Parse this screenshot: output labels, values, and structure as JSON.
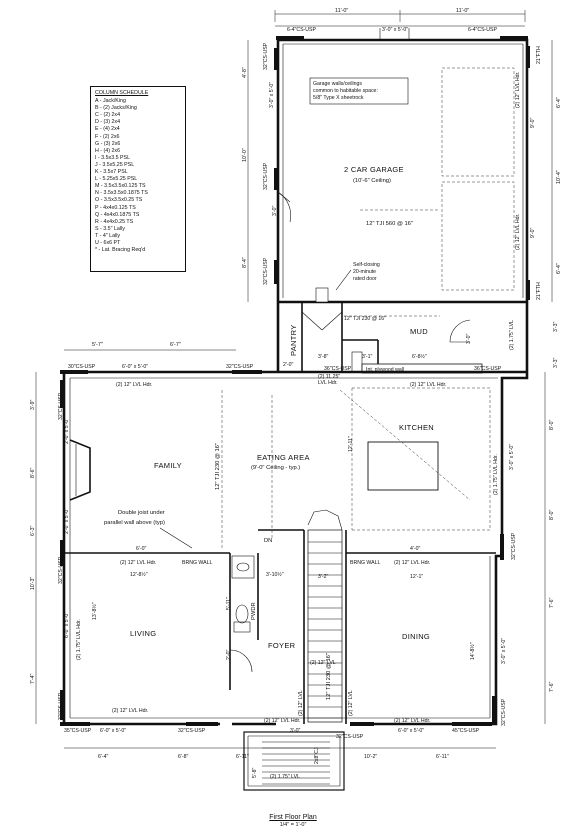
{
  "legend": {
    "title": "COLUMN SCHEDULE",
    "items": [
      "A - Jack/King",
      "B - (2) Jacks/King",
      "C - (2) 2x4",
      "D - (3) 2x4",
      "E - (4) 2x4",
      "F - (2) 2x6",
      "G - (3) 2x6",
      "H - (4) 2x6",
      "I - 3.5x3.5 PSL",
      "J - 3.5x5.25 PSL",
      "K - 3.5x7 PSL",
      "L - 5.25x5.25 PSL",
      "M - 3.5x3.5x0.125 TS",
      "N - 3.5x3.5x0.1875 TS",
      "O - 3.5x3.5x0.25 TS",
      "P - 4x4x0.125 TS",
      "Q - 4x4x0.1875 TS",
      "R - 4x4x0.25 TS",
      "S - 3.5\" Lally",
      "T - 4\" Lally",
      "U - 6x6 PT",
      "* - Lat. Bracing Req'd"
    ]
  },
  "rooms": {
    "garage": "2 CAR GARAGE",
    "garage_ceiling": "(10'-6\" Ceiling)",
    "family": "FAMILY",
    "eating": "EATING AREA",
    "eating_ceiling": "(9'-0\" Ceiling - typ.)",
    "kitchen": "KITCHEN",
    "living": "LIVING",
    "dining": "DINING",
    "foyer": "FOYER",
    "mud": "MUD",
    "pantry": "PANTRY",
    "pwdr": "PWDR"
  },
  "notes": {
    "garage_1": "Garage walls/ceilings",
    "garage_2": "common to habitable space:",
    "garage_3": "5/8\" Type X sheetrock",
    "self_1": "Self-closing",
    "self_2": "20-minute",
    "self_3": "rated door",
    "double_1": "Double joist under",
    "double_2": "parallel wall above (typ)",
    "int_ply": "Int. plywood wall",
    "bring_l": "BRNG WALL",
    "bring_r": "BRNG WALL",
    "joist_garage": "12\" TJI 560 @ 16\"",
    "joist_eating": "12\" TJI 230 @ 16\"",
    "joist_mud": "12\" TJI 230 @ 16\"",
    "joist_dining": "12\" TJI 230 @ 16\"",
    "dn": "DN"
  },
  "headers": {
    "lvl_family": "(2) 12\" LVL Hdr.",
    "lvl_family_bot": "(2) 12\" LVL Hdr.",
    "lvl_kitchen_top": "(2) 12\" LVL Hdr.",
    "lvl_kitchen_side": "(2) 1.75\" LVL Hdr.",
    "lvl_mid_left": "(2) 12\" LVL Hdr.",
    "lvl_mid_right": "(2) 12\" LVL Hdr.",
    "lvl_living_side": "(2) 1.75\" LVL Hdr.",
    "lvl_living_bot": "(2) 12\" LVL Hdr.",
    "lvl_foyer": "(2) 12\" LVL Hdr.",
    "lvl_dining_bot": "(2) 12\" LVL Hdr.",
    "lvl_stair_a": "(2) 12\" LVL",
    "lvl_stair_b": "(2) 12\" LVL",
    "lvl_stair_c": "(2) 12\" LVL",
    "lvl_garage_1": "(2) 12\" LVL Hdr.",
    "lvl_garage_2": "(2) 12\" LVL Hdr.",
    "lvl_mud_side": "(2) 1.75\" LVL",
    "lvl_porch": "(2) 1.75\" LVL",
    "lvl_1125": "(2) 11.25\"",
    "lvl_1125b": "LVL Hdr."
  },
  "straps": {
    "g_top_l": "6-4\"CS-USP",
    "g_top_r": "6-4\"CS-USP",
    "g_left_1": "32\"CS-USP",
    "g_left_2": "32\"CS-USP",
    "g_left_3": "32\"CS-USP",
    "g_right_1": "21\"FTH",
    "g_right_2": "21\"FTH",
    "h_top_l": "30\"CS-USP",
    "h_top_m": "32\"CS-USP",
    "h_mud": "36\"CS-USP",
    "h_right": "36\"CS-USP",
    "h_right_2": "32\"CS-USP",
    "h_left_1": "32\"CS-USP",
    "h_left_2": "32\"CS-USP",
    "h_left_3": "32\"CS-USP",
    "h_bot_l": "35\"CS-USP",
    "h_bot_m": "32\"CS-USP",
    "h_bot_c": "32\"CS-USP",
    "h_bot_r": "45\"CS-USP",
    "h_bot_rr": "32\"CS-USP"
  },
  "dims": {
    "top_1": "11'-0\"",
    "top_2": "11'-0\"",
    "open_top": "3'-0\" x 5'-0\"",
    "g_left_a": "4'-8\"",
    "g_left_b": "10'-0\"",
    "g_left_c": "8'-4\"",
    "g_win_1": "3'-0\" x 5'-0\"",
    "g_win_2": "3'-0\" x 5'-0\"",
    "g_right_a": "6'-4\"",
    "g_right_b": "10'-4\"",
    "g_right_c": "6'-4\"",
    "g_door_a": "9'-0\"",
    "g_door_b": "9'-0\"",
    "mud_r_a": "3'-3\"",
    "mud_r_b": "3'-3\"",
    "fam_top_a": "5'-7\"",
    "fam_top_b": "6'-7\"",
    "fam_win": "6'-0\" x 5'-0\"",
    "fam_w_a": "3'-9\"",
    "fam_w_b": "8'-6\"",
    "fam_w_c": "6'-3\"",
    "fam_win_l1": "2'-0\" x 5'-0\"",
    "fam_win_l2": "2'-0\" x 5'-0\"",
    "kit_r_a": "8'-0\"",
    "kit_r_b": "8'-0\"",
    "kit_win": "3'-0\" x 5'-0\"",
    "kit_h": "12'-11\"",
    "d_3_8": "3'-8\"",
    "d_3_1": "3'-1\"",
    "d_6_8": "6'-8½\"",
    "d_2_0": "2'-0\"",
    "d_3_0": "3'-0\"",
    "mid_6_0": "6'-0\"",
    "mid_4_0": "4'-0\"",
    "liv_12_8": "12'-8½\"",
    "liv_3_10": "3'-10½\"",
    "stair_3_2": "3'-2\"",
    "din_12_1": "12'-1\"",
    "liv_left_a": "10'-3\"",
    "liv_left_b": "7'-4\"",
    "liv_win": "6'-0\" x 5'-0\"",
    "liv_h": "13'-8½\"",
    "din_h": "14'-8½\"",
    "din_r_a": "7'-6\"",
    "din_r_b": "7'-6\"",
    "din_win": "3'-0\" x 5'-0\"",
    "pwdr_a": "5'-11\"",
    "pwdr_b": "2'-0\"",
    "bot_win_l": "6'-0\" x 5'-0\"",
    "bot_win_r": "6'-0\" x 5'-0\"",
    "bot_door": "3'-0\"",
    "bot_a": "6'-4\"",
    "bot_b": "6'-8\"",
    "bot_c": "6'-11\"",
    "bot_d": "10'-2\"",
    "bot_e": "6'-11\"",
    "porch": "5'-8\"",
    "porch_2": "2x8\"CJ"
  },
  "caption": {
    "title": "First Floor Plan",
    "scale": "1/4\" = 1'-0\""
  }
}
